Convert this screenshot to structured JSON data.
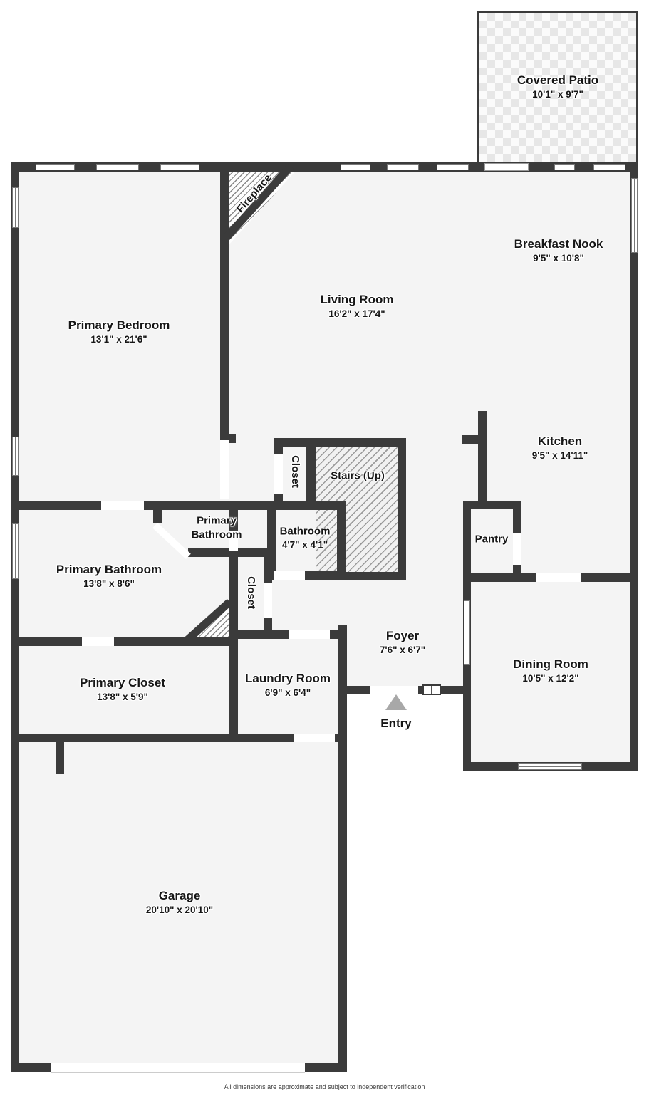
{
  "meta": {
    "disclaimer": "All dimensions are approximate and subject to independent verification"
  },
  "colors": {
    "wall": "#3b3b3b",
    "floor": "#f4f4f4",
    "opening": "#ffffff",
    "hatch_line": "#9a9a9a",
    "arrow": "#a8a8a8",
    "text": "#161616"
  },
  "rooms": [
    {
      "id": "covered-patio",
      "name": "Covered Patio",
      "dims": "10'1\" x 9'7\""
    },
    {
      "id": "primary-bedroom",
      "name": "Primary Bedroom",
      "dims": "13'1\" x 21'6\""
    },
    {
      "id": "living-room",
      "name": "Living Room",
      "dims": "16'2\" x 17'4\""
    },
    {
      "id": "breakfast-nook",
      "name": "Breakfast Nook",
      "dims": "9'5\" x 10'8\""
    },
    {
      "id": "kitchen",
      "name": "Kitchen",
      "dims": "9'5\" x 14'11\""
    },
    {
      "id": "fireplace",
      "name": "Fireplace",
      "dims": ""
    },
    {
      "id": "closet-stairs",
      "name": "Closet",
      "dims": ""
    },
    {
      "id": "stairs-up",
      "name": "Stairs (Up)",
      "dims": ""
    },
    {
      "id": "primary-bathroom-wc",
      "name": "Primary Bathroom",
      "dims": ""
    },
    {
      "id": "bathroom",
      "name": "Bathroom",
      "dims": "4'7\" x 4'1\""
    },
    {
      "id": "primary-bathroom",
      "name": "Primary Bathroom",
      "dims": "13'8\" x 8'6\""
    },
    {
      "id": "pantry",
      "name": "Pantry",
      "dims": ""
    },
    {
      "id": "closet-hall",
      "name": "Closet",
      "dims": ""
    },
    {
      "id": "foyer",
      "name": "Foyer",
      "dims": "7'6\" x 6'7\""
    },
    {
      "id": "dining-room",
      "name": "Dining Room",
      "dims": "10'5\" x 12'2\""
    },
    {
      "id": "primary-closet",
      "name": "Primary Closet",
      "dims": "13'8\" x 5'9\""
    },
    {
      "id": "laundry-room",
      "name": "Laundry Room",
      "dims": "6'9\" x 6'4\""
    },
    {
      "id": "entry",
      "name": "Entry",
      "dims": ""
    },
    {
      "id": "garage",
      "name": "Garage",
      "dims": "20'10\" x 20'10\""
    }
  ]
}
